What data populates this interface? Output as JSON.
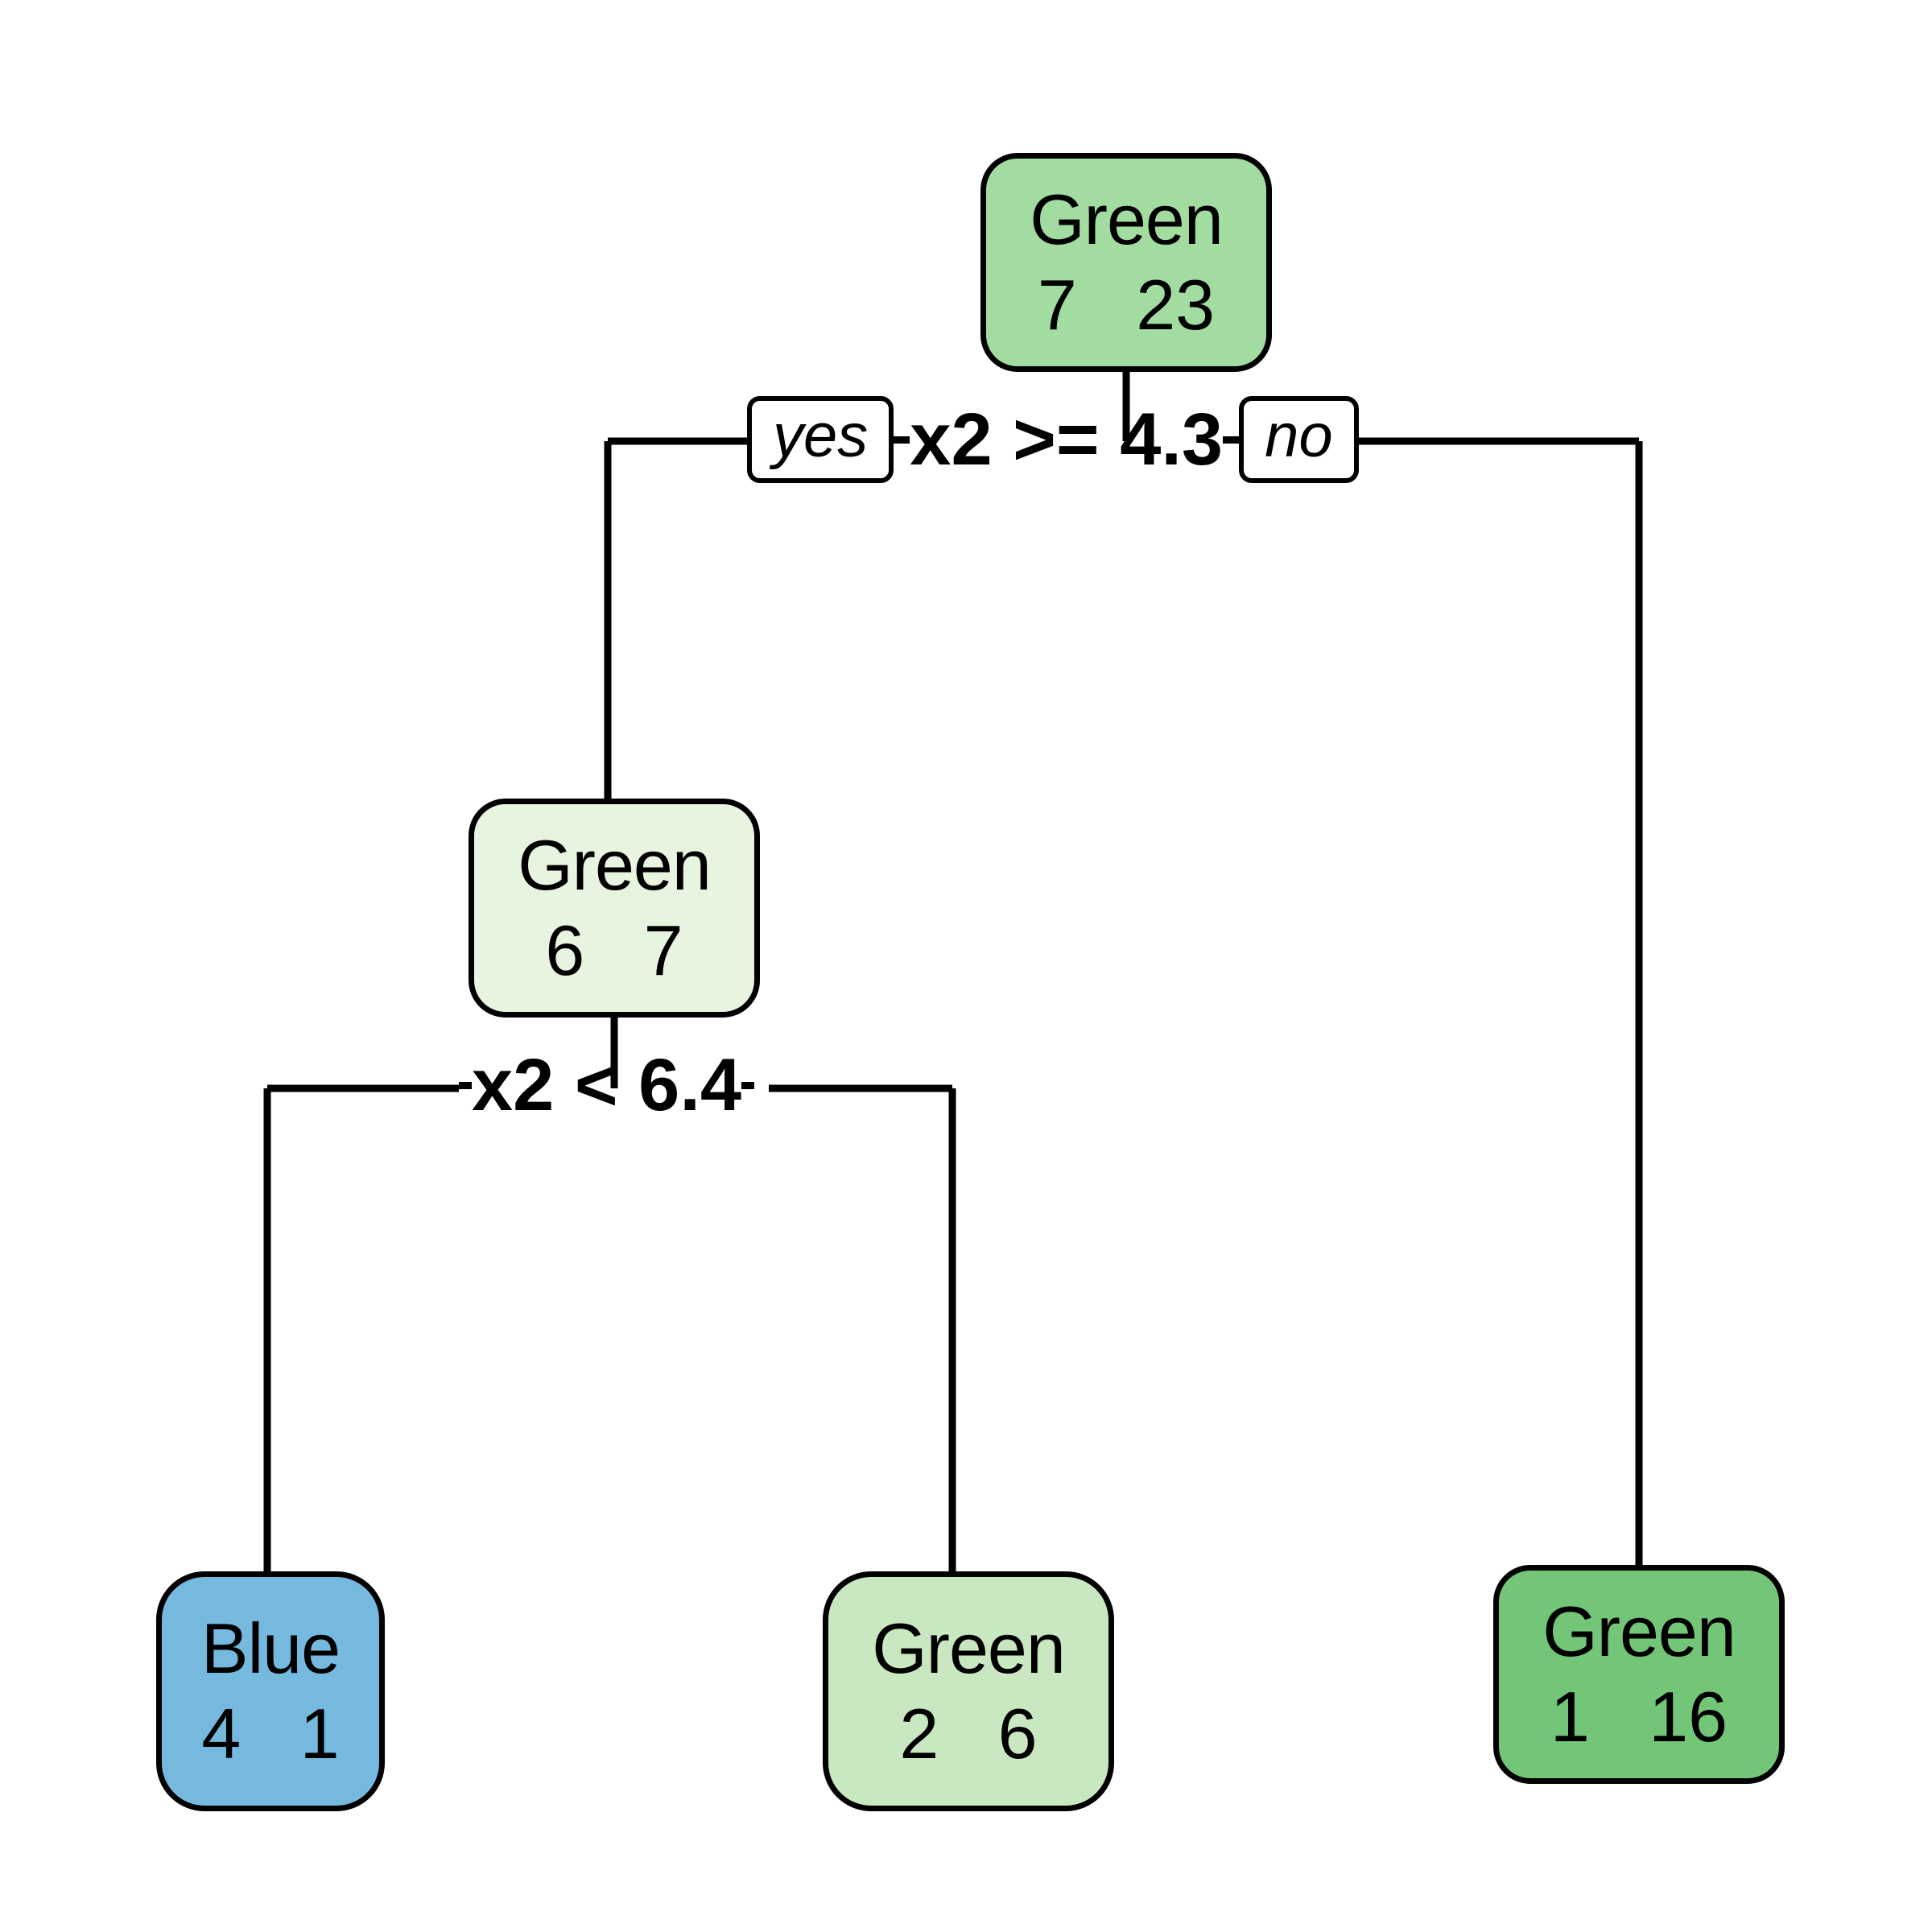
{
  "diagram": {
    "type": "decision-tree",
    "background": "#ffffff",
    "stroke": "#000000"
  },
  "nodes": {
    "root": {
      "label": "Green",
      "counts": "7   23",
      "count_values": [
        7,
        23
      ],
      "fill": "#a2dca1"
    },
    "internal_1": {
      "label": "Green",
      "counts": "6   7",
      "count_values": [
        6,
        7
      ],
      "fill": "#e7f4e0"
    },
    "leaf_blue": {
      "label": "Blue",
      "counts": "4   1",
      "count_values": [
        4,
        1
      ],
      "fill": "#76b9df"
    },
    "leaf_green_mid": {
      "label": "Green",
      "counts": "2   6",
      "count_values": [
        2,
        6
      ],
      "fill": "#c9e8c1"
    },
    "leaf_green_right": {
      "label": "Green",
      "counts": "1   16",
      "count_values": [
        1,
        16
      ],
      "fill": "#73c578"
    }
  },
  "splits": {
    "root_split": {
      "condition": "x2 >= 4.3",
      "yes_label": "yes",
      "no_label": "no"
    },
    "second_split": {
      "condition": "x2 < 6.4",
      "yes_label": "",
      "no_label": ""
    }
  },
  "chart_data": {
    "type": "tree",
    "title": "",
    "tree": {
      "id": "root",
      "class": "Green",
      "counts": [
        7,
        23
      ],
      "split": "x2 >= 4.3",
      "children": [
        {
          "id": "internal_1",
          "branch": "yes",
          "class": "Green",
          "counts": [
            6,
            7
          ],
          "split": "x2 < 6.4",
          "children": [
            {
              "id": "leaf_blue",
              "branch": "yes",
              "class": "Blue",
              "counts": [
                4,
                1
              ],
              "children": []
            },
            {
              "id": "leaf_green_mid",
              "branch": "no",
              "class": "Green",
              "counts": [
                2,
                6
              ],
              "children": []
            }
          ]
        },
        {
          "id": "leaf_green_right",
          "branch": "no",
          "class": "Green",
          "counts": [
            1,
            16
          ],
          "children": []
        }
      ]
    }
  }
}
